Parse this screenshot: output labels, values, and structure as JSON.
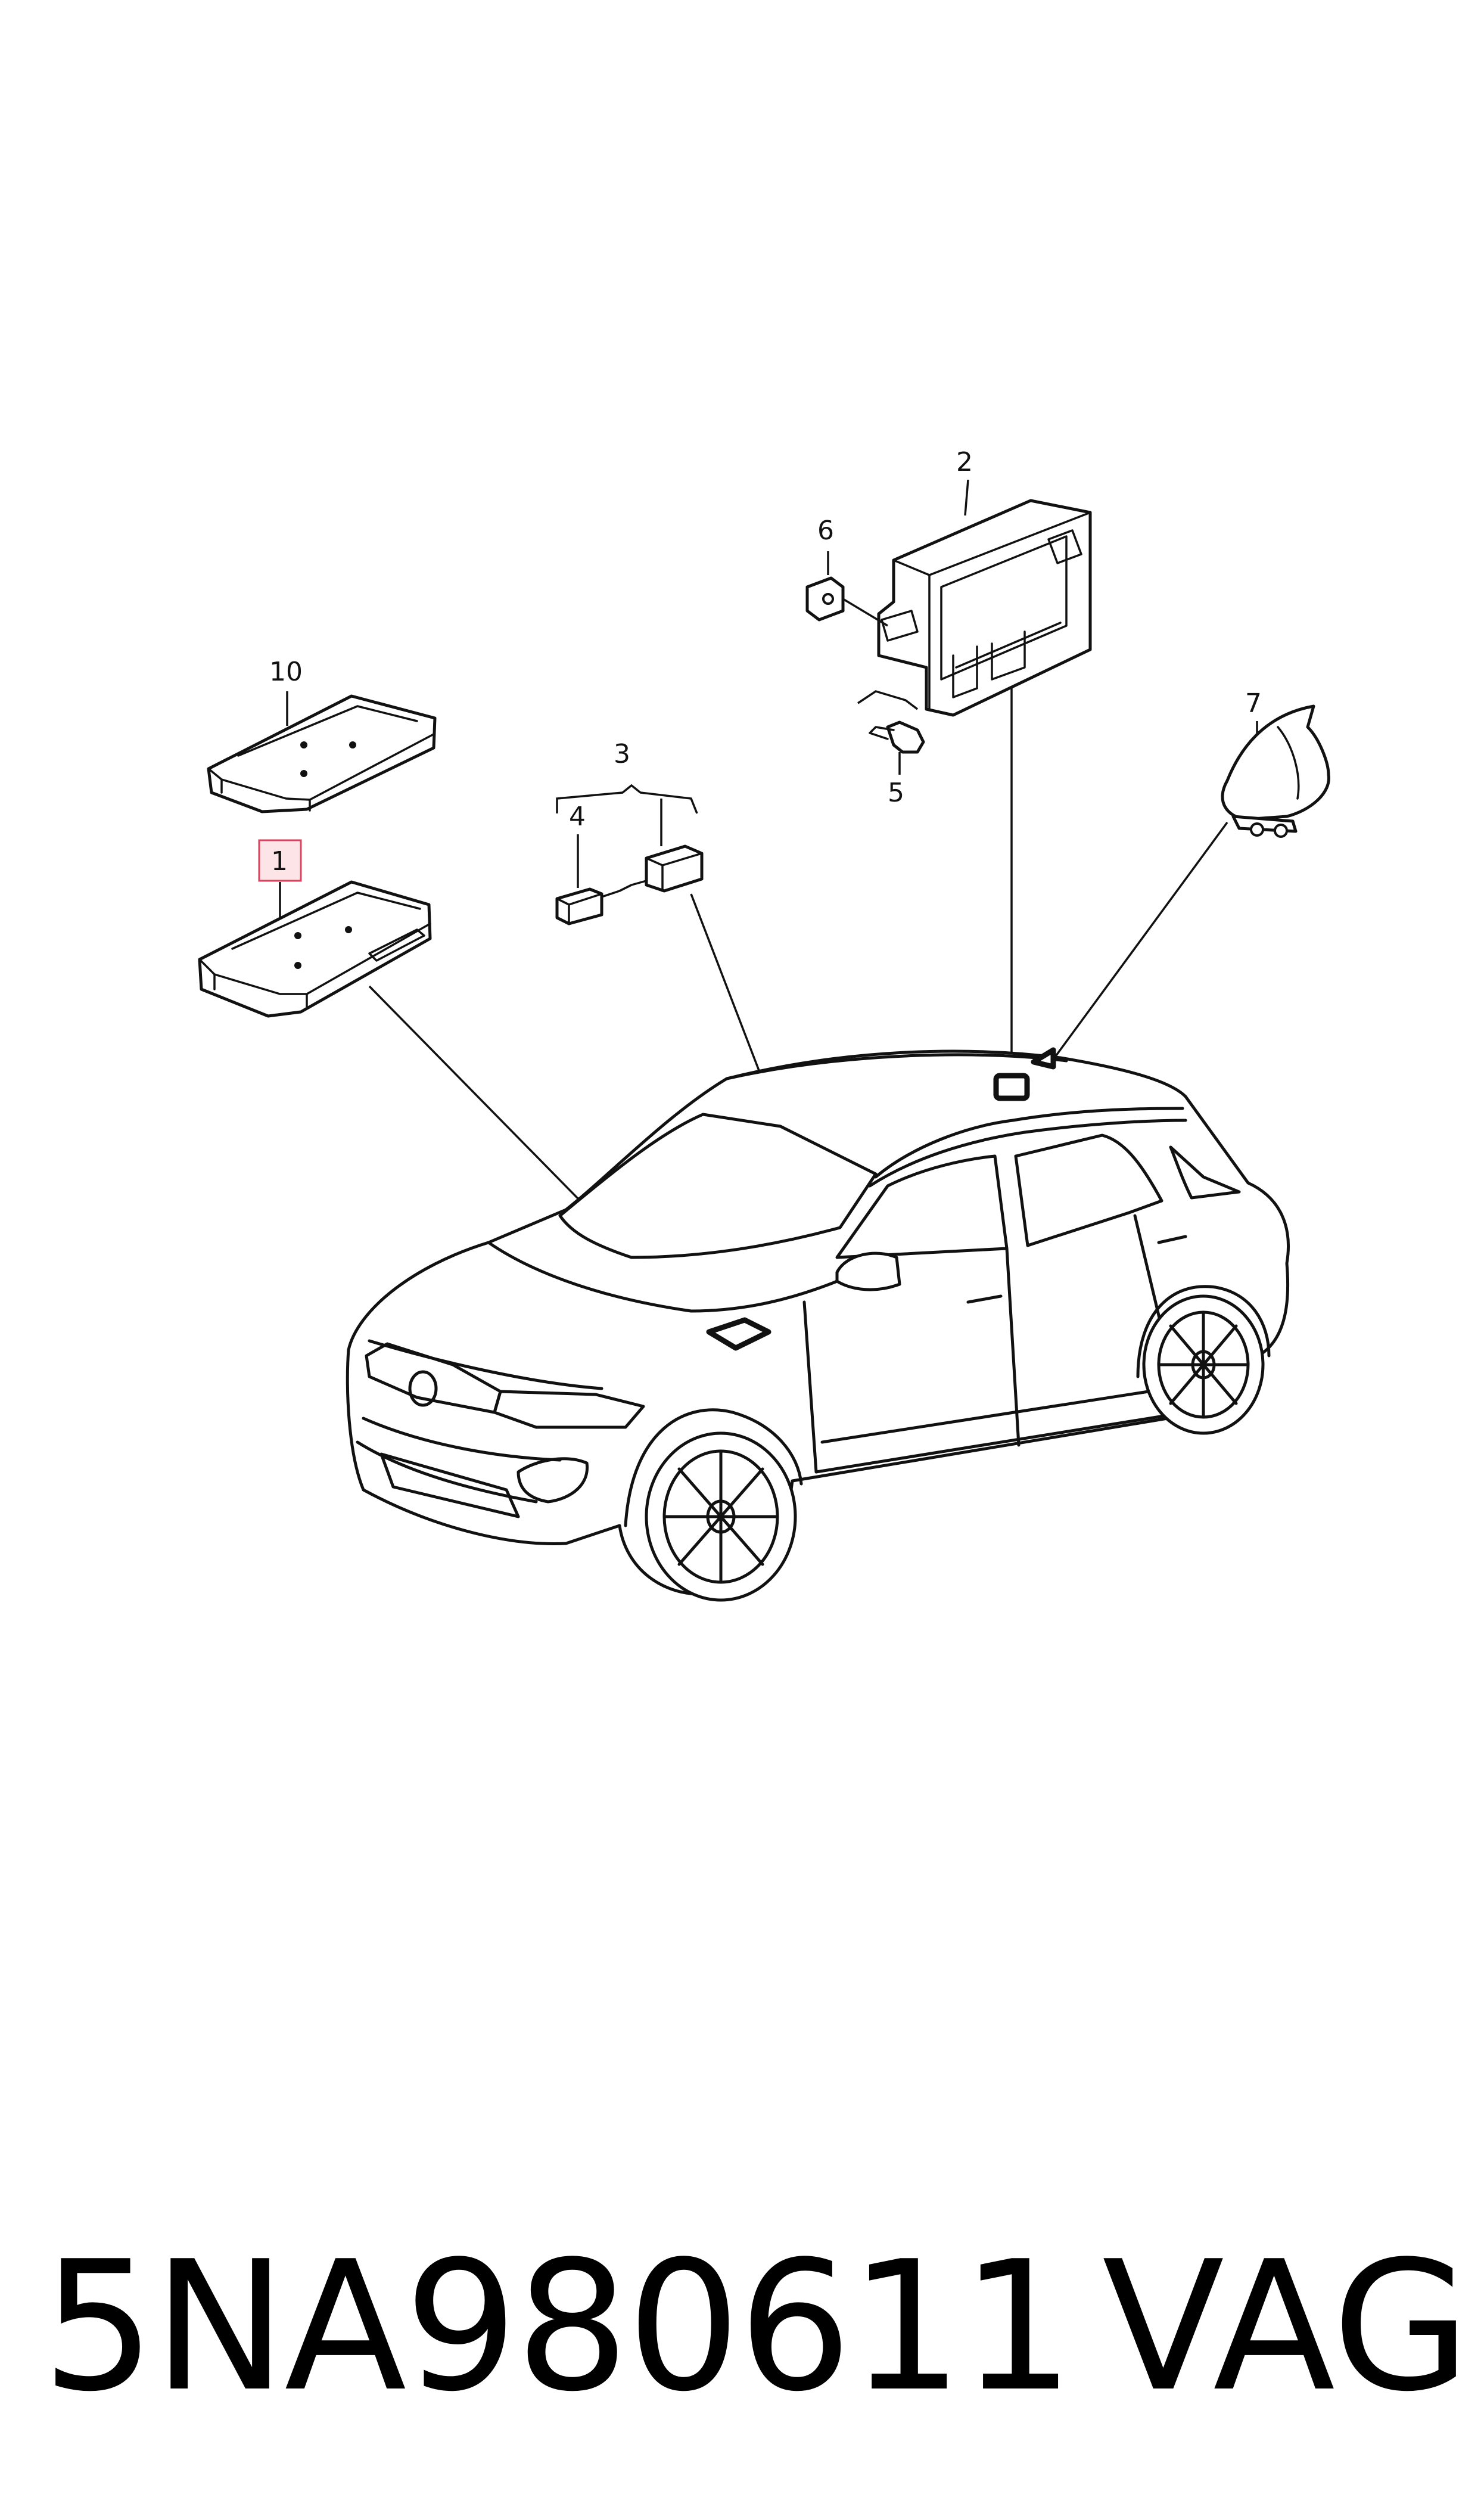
{
  "callouts": {
    "c1": "1",
    "c2": "2",
    "c3": "3",
    "c4": "4",
    "c5": "5",
    "c6": "6",
    "c7": "7",
    "c10": "10"
  },
  "highlighted_callout": "1",
  "colors": {
    "line": "#111111",
    "highlight_fill": "#fde4e7",
    "highlight_stroke": "#d9435e",
    "background": "#ffffff"
  },
  "footer": {
    "part_number": "5NA980611",
    "brand": "VAG"
  }
}
